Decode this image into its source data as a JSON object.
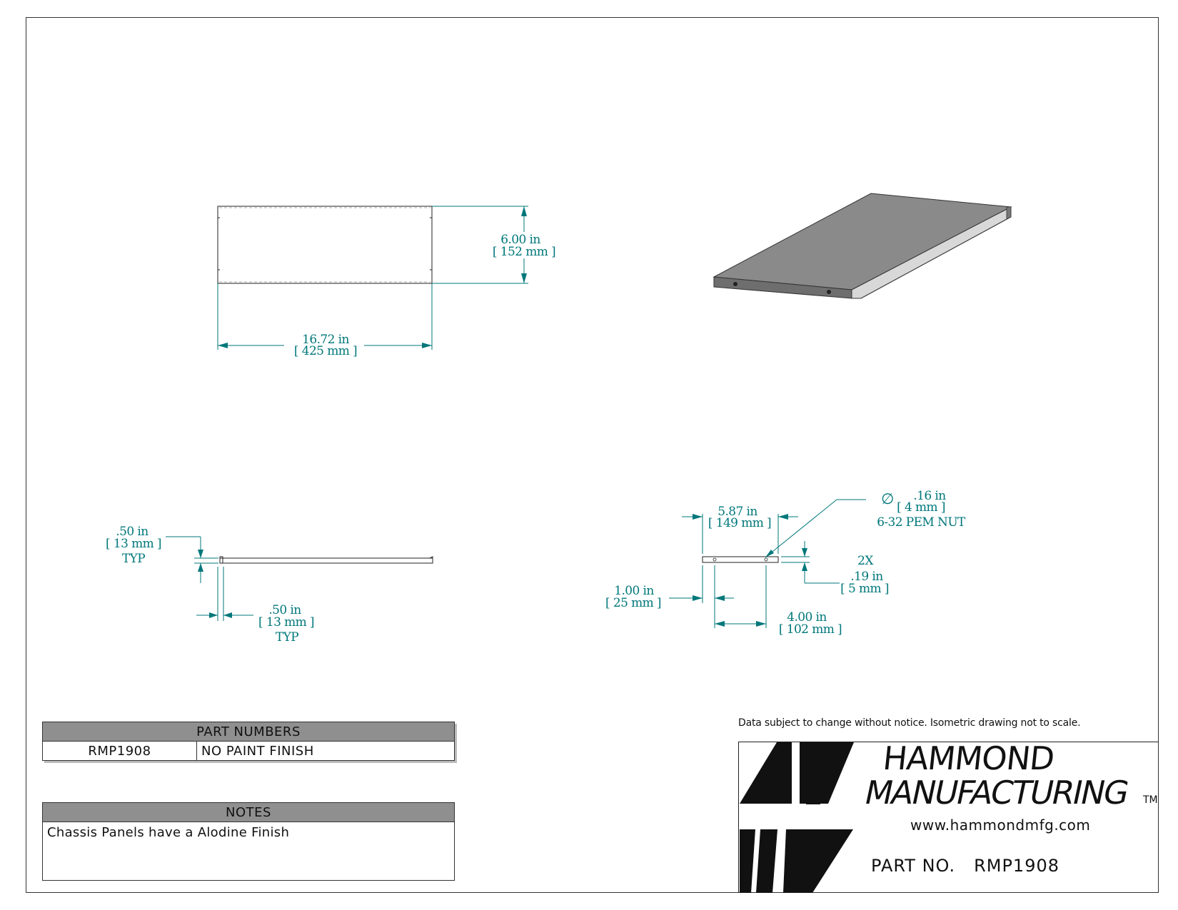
{
  "dimensions": {
    "top_height": {
      "in": "6.00 in",
      "mm": "[ 152 mm ]"
    },
    "top_width": {
      "in": "16.72 in",
      "mm": "[ 425 mm ]"
    },
    "flange_height": {
      "in": ".50 in",
      "mm": "[ 13 mm ]",
      "note": "TYP"
    },
    "flange_width": {
      "in": ".50 in",
      "mm": "[ 13 mm ]",
      "note": "TYP"
    },
    "end_width": {
      "in": "5.87 in",
      "mm": "[ 149 mm ]"
    },
    "hole_dia": {
      "symbol": "∅",
      "in": ".16 in",
      "mm": "[ 4 mm ]",
      "note": "6-32 PEM NUT"
    },
    "hole_offset": {
      "qty": "2X",
      "in": ".19 in",
      "mm": "[ 5 mm ]"
    },
    "hole_from_edge": {
      "in": "1.00 in",
      "mm": "[ 25 mm ]"
    },
    "hole_spacing": {
      "in": "4.00 in",
      "mm": "[ 102 mm ]"
    }
  },
  "part_numbers": {
    "title": "PART NUMBERS",
    "rows": [
      {
        "part": "RMP1908",
        "desc": "NO PAINT FINISH"
      }
    ]
  },
  "notes": {
    "title": "NOTES",
    "text": "Chassis Panels have a Alodine Finish"
  },
  "disclaimer": "Data subject to change without notice. Isometric drawing not to scale.",
  "title_block": {
    "company_line1": "HAMMOND",
    "company_line2": "MANUFACTURING",
    "trademark": "TM",
    "website": "www.hammondmfg.com",
    "part_no_label": "PART NO.",
    "part_no_value": "RMP1908"
  }
}
